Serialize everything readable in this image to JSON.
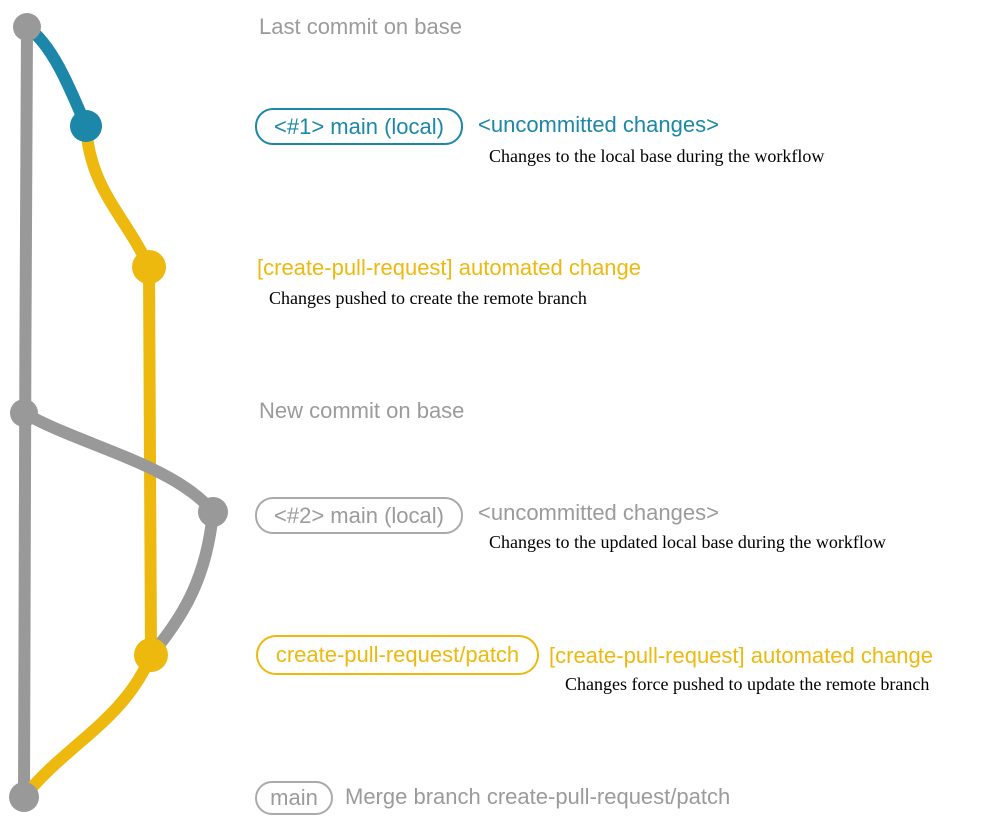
{
  "colors": {
    "gray": "#999999",
    "gray_text": "#9b9b9b",
    "blue": "#1c87a8",
    "yellow": "#edb90e",
    "note_text": "#000000"
  },
  "graph": {
    "branches": {
      "base": "base",
      "local_main": "main (local)",
      "patch": "create-pull-request/patch"
    }
  },
  "labels": {
    "last_commit": "Last commit on base",
    "new_commit": "New commit on base"
  },
  "rows": {
    "local1": {
      "badge": "<#1> main (local)",
      "status": "<uncommitted changes>",
      "note": "Changes to the local base during the workflow"
    },
    "push1": {
      "message": "[create-pull-request] automated change",
      "note": "Changes pushed to create the remote branch"
    },
    "local2": {
      "badge": "<#2> main (local)",
      "status": "<uncommitted changes>",
      "note": "Changes to the updated local base during the workflow"
    },
    "push2": {
      "badge": "create-pull-request/patch",
      "message": "[create-pull-request] automated change",
      "note": "Changes force pushed to update the remote branch"
    },
    "merge": {
      "badge": "main",
      "message": "Merge branch create-pull-request/patch"
    }
  }
}
